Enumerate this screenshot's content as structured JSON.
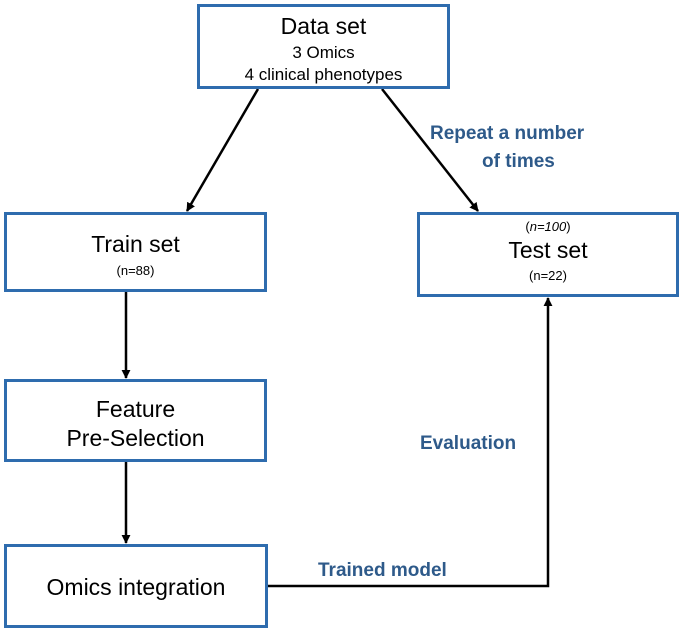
{
  "nodes": {
    "dataset": {
      "title": "Data set",
      "line1": "3 Omics",
      "line2": "4 clinical phenotypes"
    },
    "train": {
      "title": "Train set",
      "count": "(n=88)"
    },
    "test": {
      "repeat_n_open": "(",
      "repeat_n": "n=100",
      "repeat_n_close": ")",
      "title": "Test set",
      "count": "(n=22)"
    },
    "feature": {
      "line1": "Feature",
      "line2": "Pre-Selection"
    },
    "omics": {
      "title": "Omics integration"
    }
  },
  "edge_labels": {
    "repeat_line1": "Repeat a number",
    "repeat_line2": "of times",
    "evaluation": "Evaluation",
    "trained_model": "Trained model"
  },
  "colors": {
    "box_border": "#2e6cae",
    "label_text": "#2e5a8a",
    "arrow": "#000000"
  }
}
